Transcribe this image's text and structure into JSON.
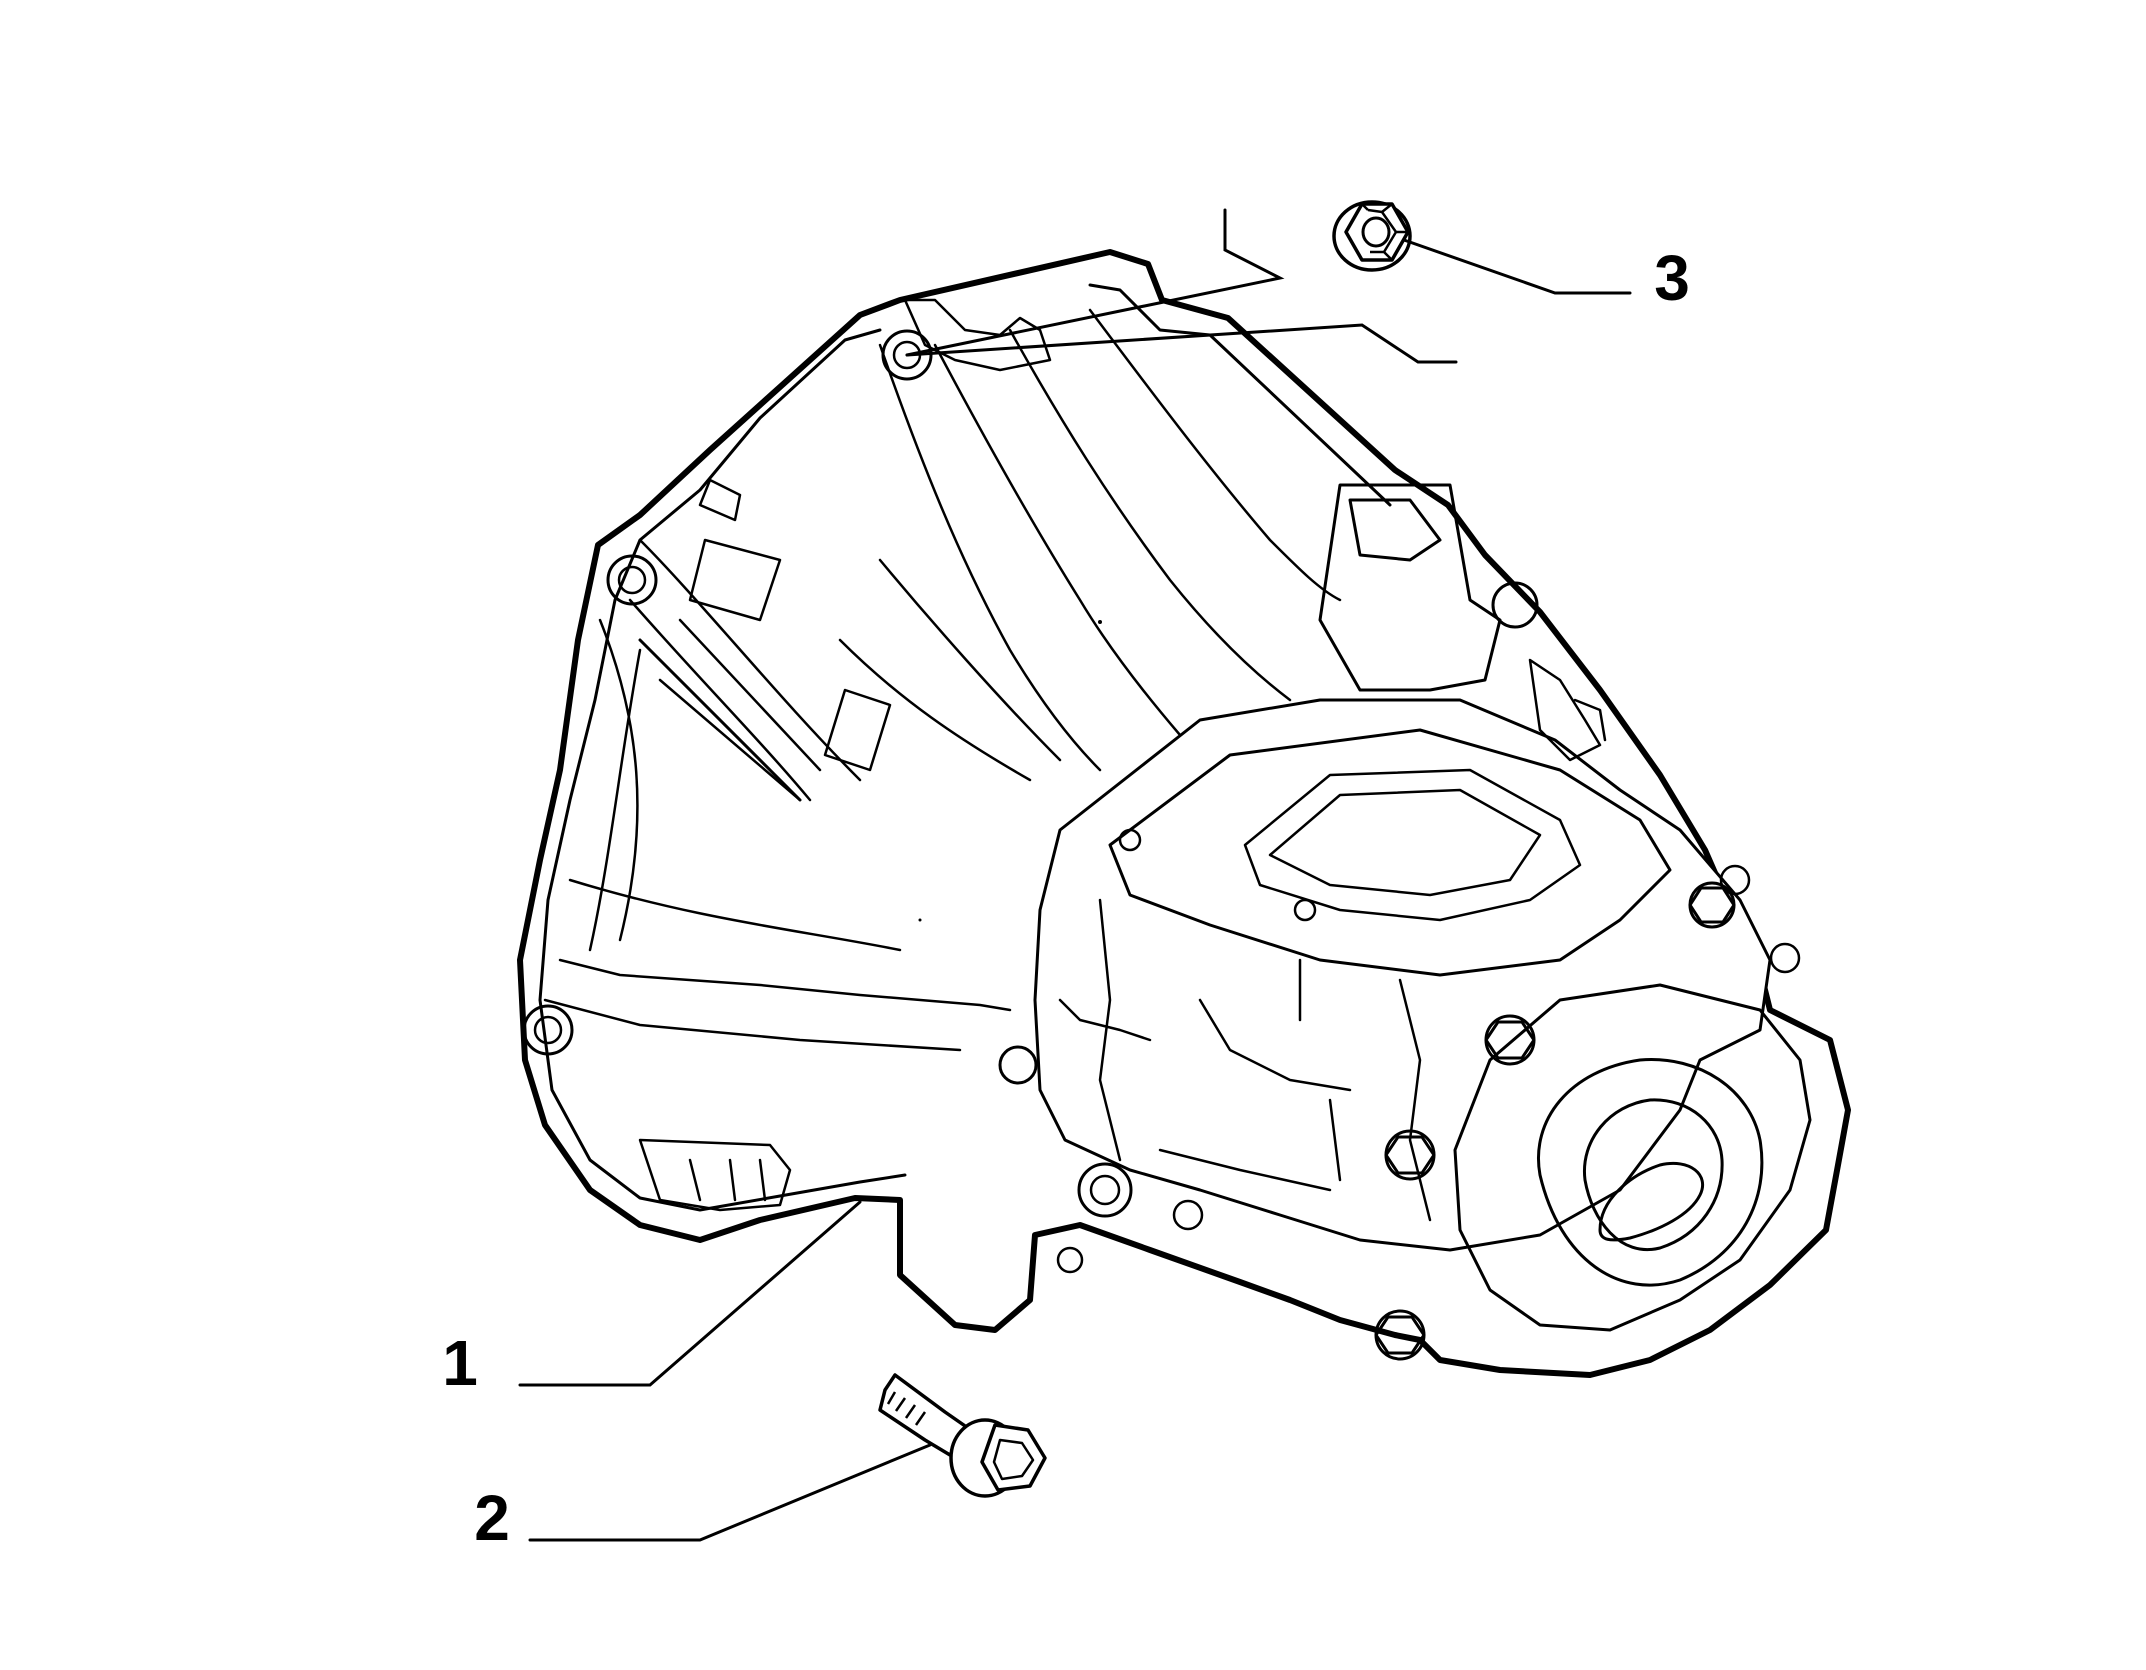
{
  "diagram": {
    "colors": {
      "stroke": "#000000",
      "background": "#ffffff"
    },
    "parts": [
      {
        "id": "transmission-housing",
        "label": "1"
      },
      {
        "id": "flange-bolt",
        "label": "2"
      },
      {
        "id": "flange-nut",
        "label": "3"
      }
    ]
  }
}
